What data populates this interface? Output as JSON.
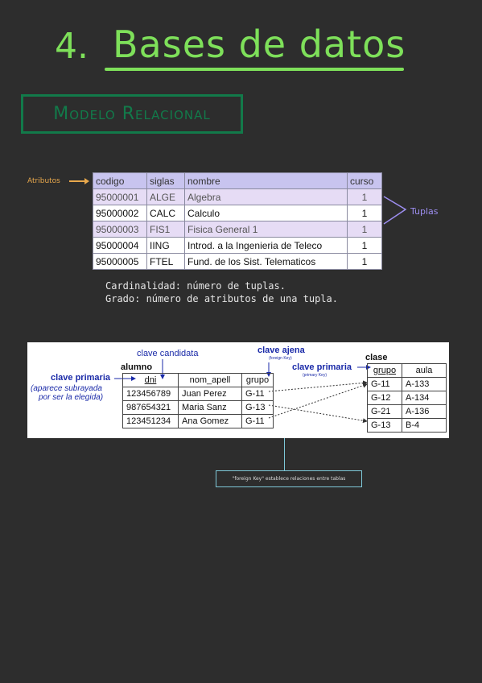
{
  "header": {
    "number": "4.",
    "title": "Bases de datos",
    "subtitle": "Modelo Relacional"
  },
  "relational": {
    "atributos_label": "Atributos",
    "tuplas_label": "Tuplas",
    "columns": [
      "codigo",
      "siglas",
      "nombre",
      "curso"
    ],
    "rows": [
      [
        "95000001",
        "ALGE",
        "Algebra",
        "1"
      ],
      [
        "95000002",
        "CALC",
        "Calculo",
        "1"
      ],
      [
        "95000003",
        "FIS1",
        "Fisica General 1",
        "1"
      ],
      [
        "95000004",
        "IING",
        "Introd. a la Ingenieria de Teleco",
        "1"
      ],
      [
        "95000005",
        "FTEL",
        "Fund. de los Sist. Telematicos",
        "1"
      ]
    ]
  },
  "definitions": {
    "cardinalidad": "Cardinalidad: número de tuplas.",
    "grado": "Grado: número de atributos de una tupla."
  },
  "diagram": {
    "clave_candidata": "clave candidata",
    "clave_ajena": "clave ajena",
    "foreign_key_small": "(foreign Key)",
    "clase": "clase",
    "alumno": "alumno",
    "clave_primaria_1": "clave primaria",
    "aparece_1": "(aparece subrayada",
    "aparece_2": "por ser la elegida)",
    "clave_primaria_2": "clave primaria",
    "primary_key_small": "(primary Key)",
    "alumno_columns": [
      "dni",
      "nom_apell",
      "grupo"
    ],
    "alumno_rows": [
      [
        "123456789",
        "Juan Perez",
        "G-11"
      ],
      [
        "987654321",
        "Maria Sanz",
        "G-13"
      ],
      [
        "123451234",
        "Ana Gomez",
        "G-11"
      ]
    ],
    "clase_columns": [
      "grupo",
      "aula"
    ],
    "clase_rows": [
      [
        "G-11",
        "A-133"
      ],
      [
        "G-12",
        "A-134"
      ],
      [
        "G-21",
        "A-136"
      ],
      [
        "G-13",
        "B-4"
      ]
    ]
  },
  "note": "\"foreign Key\" establece relaciones entre tablas",
  "colors": {
    "background": "#2d2d2d",
    "title_green": "#7ee05a",
    "subtitle_green": "#127a4a",
    "atributos_orange": "#e8a84c",
    "tuplas_purple": "#9d8ef0",
    "label_blue": "#1a2aa8"
  }
}
